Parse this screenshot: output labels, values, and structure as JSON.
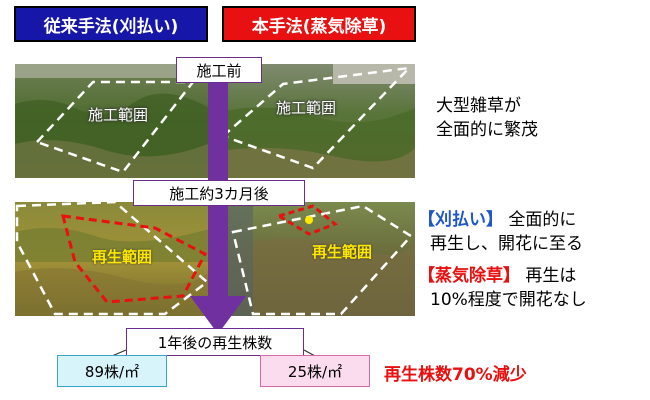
{
  "methods": {
    "conventional": "従来手法(刈払い)",
    "new": "本手法(蒸気除草)"
  },
  "stages": {
    "before": "施工前",
    "after_3_months": "施工約3カ月後",
    "after_1_year": "1年後の再生株数"
  },
  "photo_labels": {
    "construction_area": "施工範囲",
    "regrowth_area": "再生範囲"
  },
  "observations": {
    "before_line1": "大型雑草が",
    "before_line2": "全面的に繁茂",
    "mowing_tag": "【刈払い】",
    "mowing_line1": "全面的に",
    "mowing_line2": "再生し、開花に至る",
    "steam_tag": "【蒸気除草】",
    "steam_line1": "再生は",
    "steam_line2": "10%程度で開花なし"
  },
  "results": {
    "conventional_count": "89株/㎡",
    "new_count": "25株/㎡",
    "reduction": "再生株数70%減少"
  },
  "colors": {
    "conventional": "#1616a8",
    "new": "#e81010",
    "arrow": "#7030a0",
    "regrowth_outline": "#e81010",
    "regrowth_text": "#ffe800"
  }
}
